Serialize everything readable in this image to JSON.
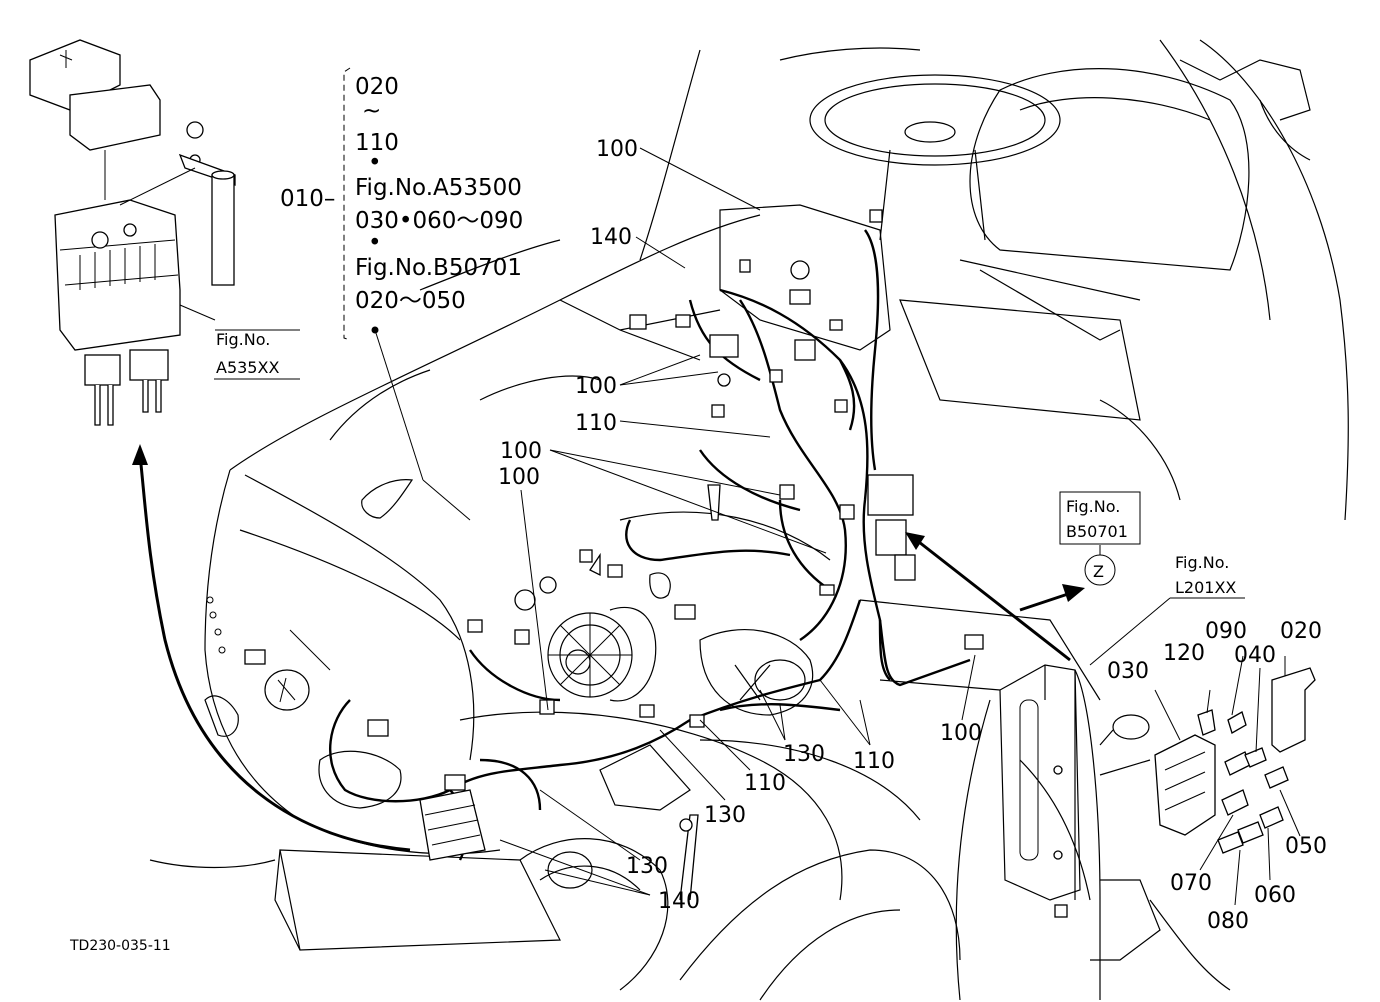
{
  "diagram": {
    "drawing_code": "TD230-035-11",
    "ref_list": {
      "lines": [
        "020",
        "~",
        "110",
        "•",
        "Fig.No.A53500",
        "030•060～090",
        "•",
        "Fig.No.B50701",
        "020～050"
      ],
      "item": "010–"
    },
    "fig_refs": {
      "battery_box": [
        "Fig.No.",
        "A535XX"
      ],
      "relay_box_b": [
        "Fig.No.",
        "B50701"
      ],
      "relay_box_l": [
        "Fig.No.",
        "L201XX"
      ],
      "view_marker": "Z"
    },
    "callouts": {
      "c100_top": "100",
      "c140_top": "140",
      "c100_mid": "100",
      "c110_mid": "110",
      "c100_a": "100",
      "c100_b": "100",
      "c100_right": "100",
      "c130_a": "130",
      "c110_b": "110",
      "c110_c": "110",
      "c130_b": "130",
      "c130_c": "130",
      "c140_bottom": "140"
    },
    "inset_callouts": {
      "p020": "020",
      "p030": "030",
      "p040": "040",
      "p050": "050",
      "p060": "060",
      "p070": "070",
      "p080": "080",
      "p090": "090",
      "p120": "120"
    }
  }
}
